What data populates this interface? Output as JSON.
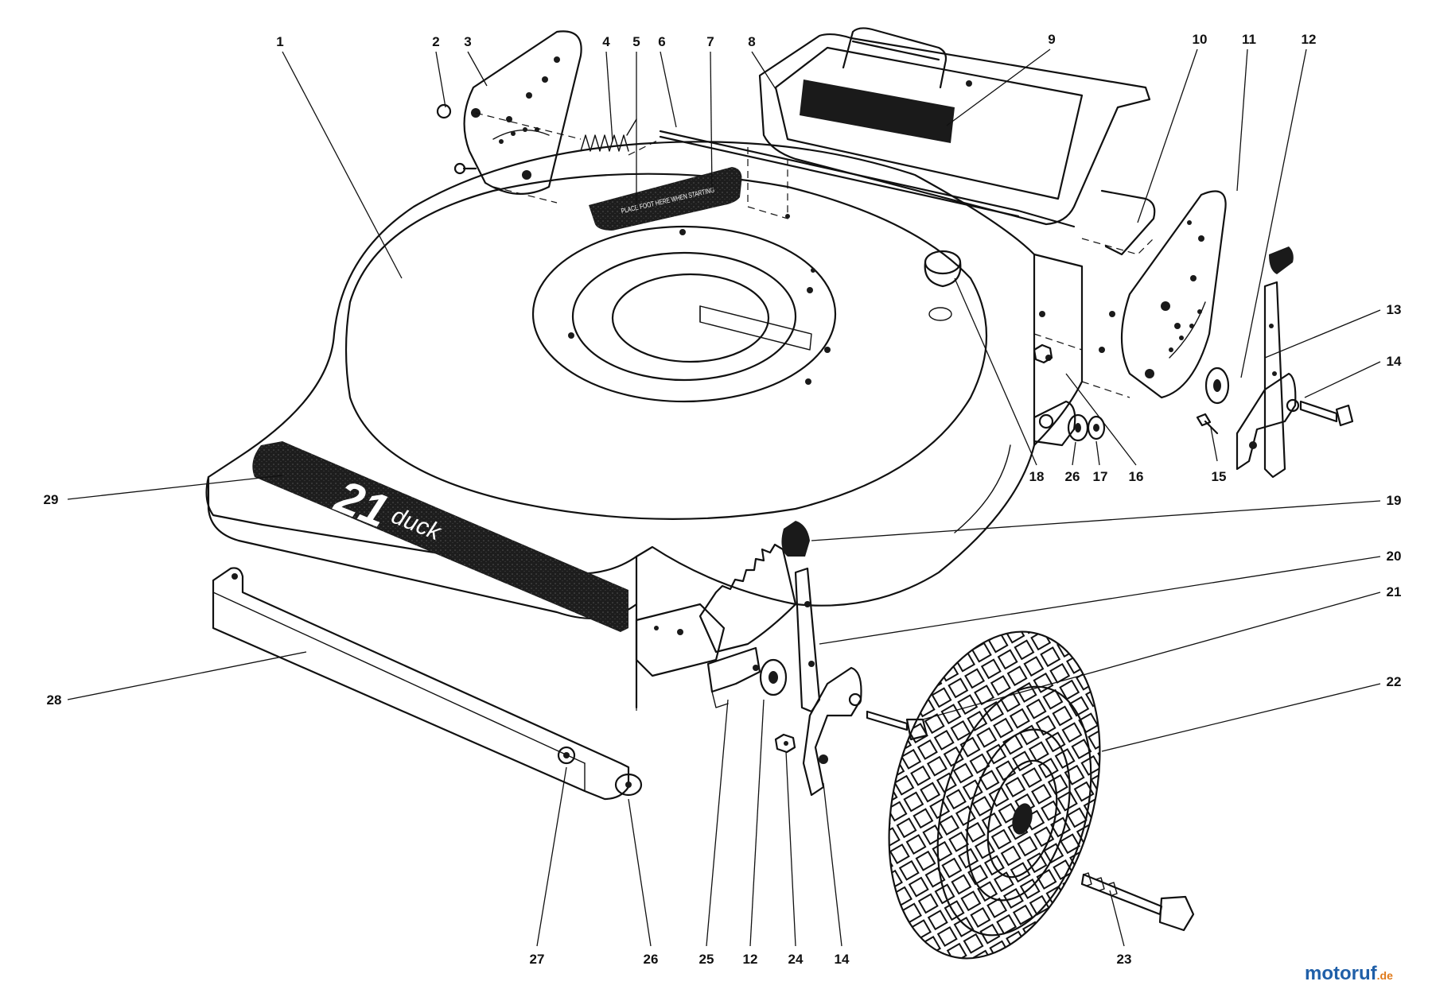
{
  "diagram": {
    "decal_warning_text": "PLACE FOOT HERE WHEN STARTING",
    "deck_decal_number": "21",
    "deck_decal_word": "duck",
    "watermark_main": "motoruf",
    "watermark_tld": ".de",
    "callouts": [
      {
        "id": "c1",
        "label": "1"
      },
      {
        "id": "c2",
        "label": "2"
      },
      {
        "id": "c3",
        "label": "3"
      },
      {
        "id": "c4",
        "label": "4"
      },
      {
        "id": "c5",
        "label": "5"
      },
      {
        "id": "c6",
        "label": "6"
      },
      {
        "id": "c7",
        "label": "7"
      },
      {
        "id": "c8",
        "label": "8"
      },
      {
        "id": "c9",
        "label": "9"
      },
      {
        "id": "c10",
        "label": "10"
      },
      {
        "id": "c11",
        "label": "11"
      },
      {
        "id": "c12a",
        "label": "12"
      },
      {
        "id": "c13",
        "label": "13"
      },
      {
        "id": "c14a",
        "label": "14"
      },
      {
        "id": "c15",
        "label": "15"
      },
      {
        "id": "c16",
        "label": "16"
      },
      {
        "id": "c17",
        "label": "17"
      },
      {
        "id": "c18",
        "label": "18"
      },
      {
        "id": "c26a",
        "label": "26"
      },
      {
        "id": "c19",
        "label": "19"
      },
      {
        "id": "c20",
        "label": "20"
      },
      {
        "id": "c21",
        "label": "21"
      },
      {
        "id": "c22",
        "label": "22"
      },
      {
        "id": "c23",
        "label": "23"
      },
      {
        "id": "c14b",
        "label": "14"
      },
      {
        "id": "c24",
        "label": "24"
      },
      {
        "id": "c12b",
        "label": "12"
      },
      {
        "id": "c25",
        "label": "25"
      },
      {
        "id": "c26b",
        "label": "26"
      },
      {
        "id": "c27",
        "label": "27"
      },
      {
        "id": "c28",
        "label": "28"
      },
      {
        "id": "c29",
        "label": "29"
      }
    ]
  }
}
